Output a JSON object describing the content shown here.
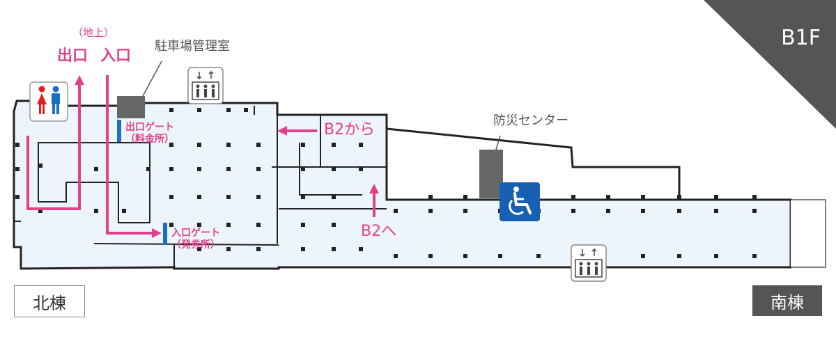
{
  "floor": {
    "label": "B1F"
  },
  "labels": {
    "above_ground": "（地上）",
    "exit": "出口",
    "entrance": "入口",
    "parking_office": "駐車場管理室",
    "exit_gate_line1": "出口ゲート",
    "exit_gate_line2": "（料金所）",
    "entry_gate_line1": "入口ゲート",
    "entry_gate_line2": "（発券所）",
    "from_b2": "B2から",
    "to_b2": "B2へ",
    "disaster_center": "防災センター"
  },
  "buildings": {
    "north": "北棟",
    "south": "南棟"
  },
  "colors": {
    "accent": "#e0418a",
    "corner": "#555555",
    "floor_fill": "#eef4fb",
    "gate": "#1a6fc2"
  },
  "icons": [
    "restroom-icon",
    "elevator-icon",
    "elevator-icon",
    "wheelchair-icon"
  ]
}
